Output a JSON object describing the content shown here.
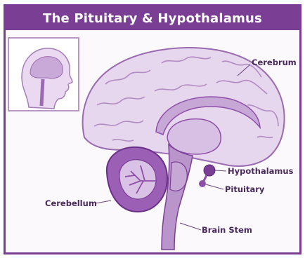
{
  "title": "The Pituitary & Hypothalamus",
  "labels": {
    "cerebrum": "Cerebrum",
    "hypothalamus": "Hypothalamus",
    "pituitary": "Pituitary",
    "cerebellum": "Cerebellum",
    "brain_stem": "Brain Stem"
  },
  "colors": {
    "frame": "#7a3f94",
    "brain_light": "#e6d6ee",
    "brain_mid": "#c7a7d6",
    "brain_dark": "#8e4fa9",
    "label": "#4a2a5c"
  }
}
